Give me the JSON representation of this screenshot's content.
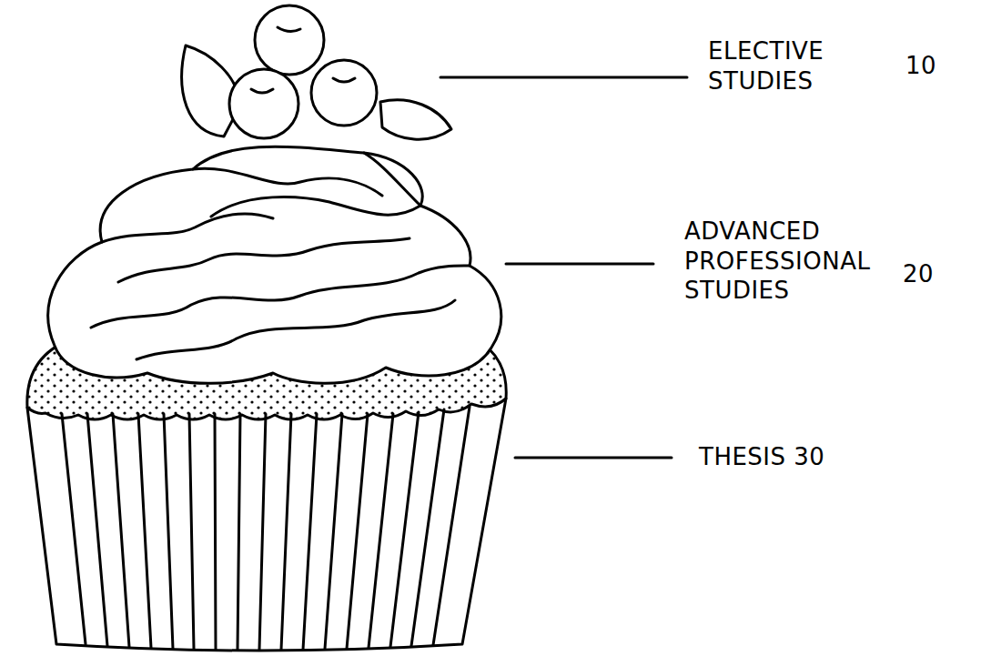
{
  "diagram": {
    "labels": [
      "ELECTIVE STUDIES",
      "10",
      "ADVANCED PROFESSIONAL STUDIES",
      "20",
      "THESIS 30"
    ]
  }
}
